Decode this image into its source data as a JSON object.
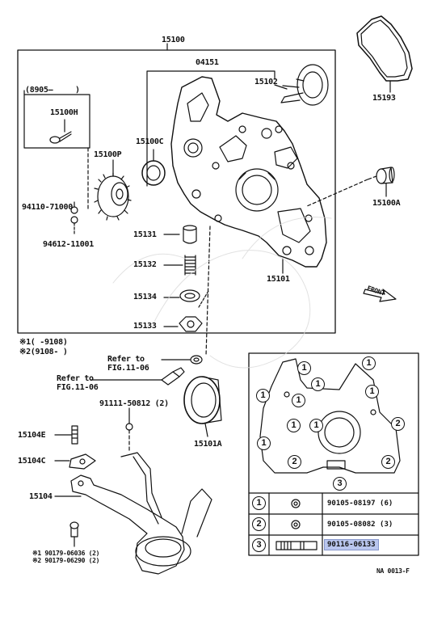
{
  "part_labels": {
    "p15100": "15100",
    "p04151": "04151",
    "p15102": "15102",
    "p15193": "15193",
    "range_8905": "(8905—",
    "range_close": ")",
    "p15100H": "15100H",
    "p15100C": "15100C",
    "p15100P": "15100P",
    "p94110": "94110-71000",
    "p94612": "94612-11001",
    "p15100A": "15100A",
    "p15131": "15131",
    "p15132": "15132",
    "p15134": "15134",
    "p15133": "15133",
    "p15101": "15101",
    "front": "FRONT"
  },
  "notes": {
    "note1": "※1(    -9108)",
    "note2": "※2(9108-     )",
    "refer1_line1": "Refer to",
    "refer1_line2": "FIG.11-06",
    "refer2_line1": "Refer to",
    "refer2_line2": "FIG.11-06"
  },
  "lower_labels": {
    "p91111": "91111-50812 (2)",
    "p15104E": "15104E",
    "p15104C": "15104C",
    "p15101A": "15101A",
    "p15104": "15104",
    "foot1": "※1  90179-06036 (2)",
    "foot2": "※2  90179-06290 (2)"
  },
  "inset": {
    "callouts": [
      "1",
      "1",
      "1",
      "1",
      "1",
      "1",
      "1",
      "1",
      "1",
      "2",
      "2",
      "2",
      "3"
    ],
    "table": [
      {
        "key": "1",
        "part": "90105-08197 (6)"
      },
      {
        "key": "2",
        "part": "90105-08082 (3)"
      },
      {
        "key": "3",
        "part": "90116-06133"
      }
    ]
  },
  "figure_code": "NA 0013-F"
}
